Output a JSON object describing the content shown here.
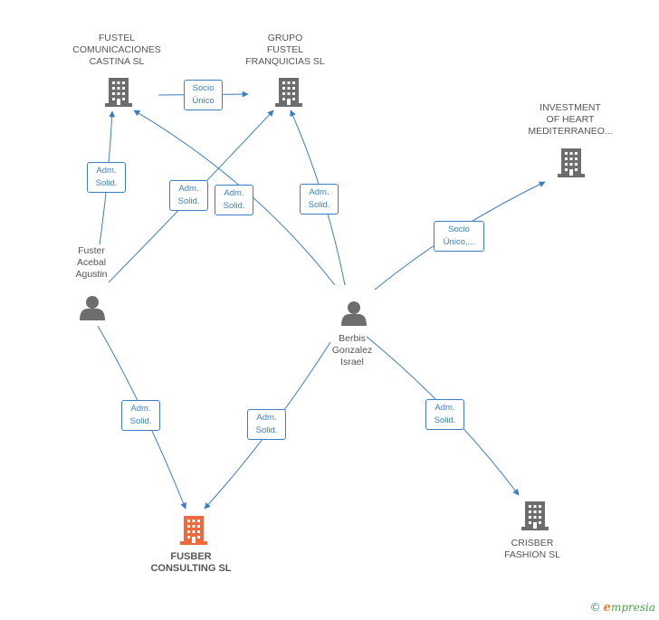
{
  "nodes": {
    "fustel_castina": {
      "label": "FUSTEL\nCOMUNICACIONES\nCASTINA SL",
      "type": "company"
    },
    "grupo_fustel": {
      "label": "GRUPO\nFUSTEL\nFRANQUICIAS SL",
      "type": "company"
    },
    "investment_heart": {
      "label": "INVESTMENT\nOF HEART\nMEDITERRANEO...",
      "type": "company"
    },
    "fuster_acebal": {
      "label": "Fuster\nAcebal\nAgustin",
      "type": "person"
    },
    "berbis_gonzalez": {
      "label": "Berbis\nGonzalez\nIsrael",
      "type": "person"
    },
    "fusber_consulting": {
      "label": "FUSBER\nCONSULTING SL",
      "type": "company-main"
    },
    "crisber_fashion": {
      "label": "CRISBER\nFASHION SL",
      "type": "company"
    }
  },
  "edges": [
    {
      "id": "e1",
      "label": "Socio\nÚnico"
    },
    {
      "id": "e2",
      "label": "Adm.\nSolid."
    },
    {
      "id": "e3",
      "label": "Adm.\nSolid."
    },
    {
      "id": "e4",
      "label": "Adm.\nSolid."
    },
    {
      "id": "e5",
      "label": "Adm.\nSolid."
    },
    {
      "id": "e6",
      "label": "Socio\nÚnico,..."
    },
    {
      "id": "e7",
      "label": "Adm.\nSolid."
    },
    {
      "id": "e8",
      "label": "Adm.\nSolid."
    },
    {
      "id": "e9",
      "label": "Adm.\nSolid."
    }
  ],
  "colors": {
    "edge": "#3a7ec6",
    "company_icon": "#6d6d6d",
    "main_company_icon": "#ee6a3c",
    "person_icon": "#6d6d6d"
  },
  "footer": {
    "copyright": "©",
    "brand_initial": "e",
    "brand_rest": "mpresia"
  }
}
